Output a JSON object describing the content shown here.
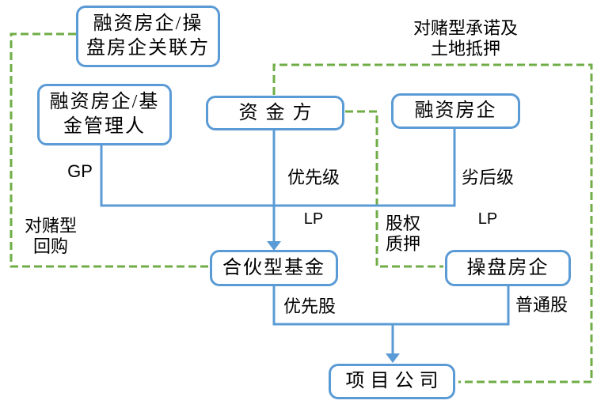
{
  "colors": {
    "node_border": "#5b9bd5",
    "connector": "#5b9bd5",
    "dashed_connector": "#70ad47",
    "text": "#000000",
    "background": "#ffffff"
  },
  "nodes": {
    "assoc": {
      "label": "融资房企/操\n盘房企关联方"
    },
    "manager": {
      "label": "融资房企/基\n金管理人"
    },
    "capital": {
      "label": "资金方"
    },
    "financier": {
      "label": "融资房企"
    },
    "fund": {
      "label": "合伙型基金"
    },
    "operator": {
      "label": "操盘房企"
    },
    "project": {
      "label": "项目公司"
    }
  },
  "edge_labels": {
    "gp": "GP",
    "senior": {
      "cn": "优先级",
      "latin": "LP"
    },
    "junior": {
      "cn": "劣后级",
      "latin": "LP"
    },
    "betting_buyback": "对赌型\n回购",
    "equity_pledge": "股权\n质押",
    "preferred_stock": "优先股",
    "common_stock": "普通股",
    "betting_commitment": "对赌型承诺及\n土地抵押"
  }
}
